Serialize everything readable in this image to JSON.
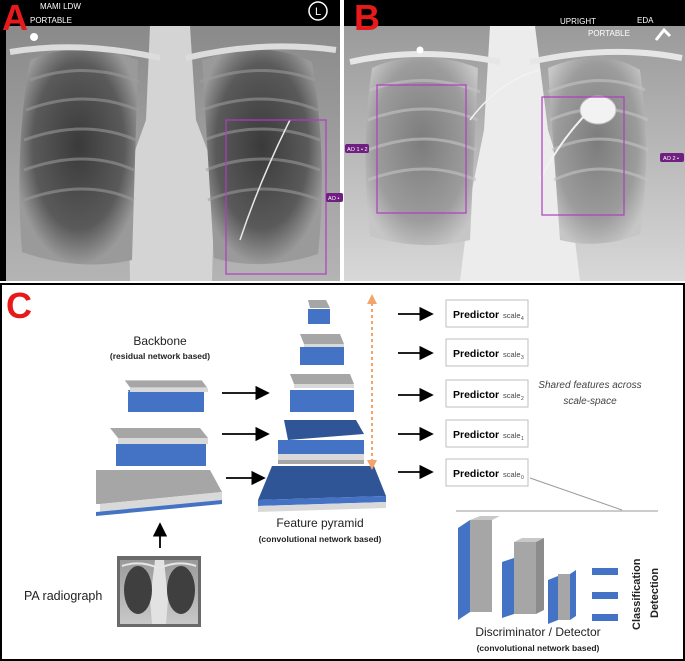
{
  "panels": {
    "a": {
      "letter": "A",
      "overlay_text": [
        "MAMI LDW",
        "PORTABLE"
      ],
      "corner_marker": "L",
      "box_label": "AO •"
    },
    "b": {
      "letter": "B",
      "overlay_text": [
        "UPRIGHT",
        "PORTABLE",
        "EDA"
      ],
      "box_label_left": "AO 1 • 2",
      "box_label_right": "AO 2 •"
    },
    "c": {
      "letter": "C",
      "backbone_title": "Backbone",
      "backbone_subtitle": "(residual network based)",
      "pyramid_title": "Feature pyramid",
      "pyramid_subtitle": "(convolutional network based)",
      "input_label": "PA radiograph",
      "predictor_word": "Predictor",
      "scale_word": "scale",
      "predictor_scales": [
        "4",
        "3",
        "2",
        "1",
        "0"
      ],
      "shared_note_line1": "Shared features across",
      "shared_note_line2": "scale-space",
      "detector_title": "Discriminator / Detector",
      "detector_subtitle": "(convolutional network based)",
      "output_label_1": "Classification",
      "output_label_2": "Detection"
    }
  },
  "colors": {
    "panel_letter": "#e8191a",
    "roi_box": "#b03cc0",
    "block_blue": "#4472c4",
    "block_gray": "#a6a6a6",
    "scale_arrow": "#f4a46a"
  }
}
